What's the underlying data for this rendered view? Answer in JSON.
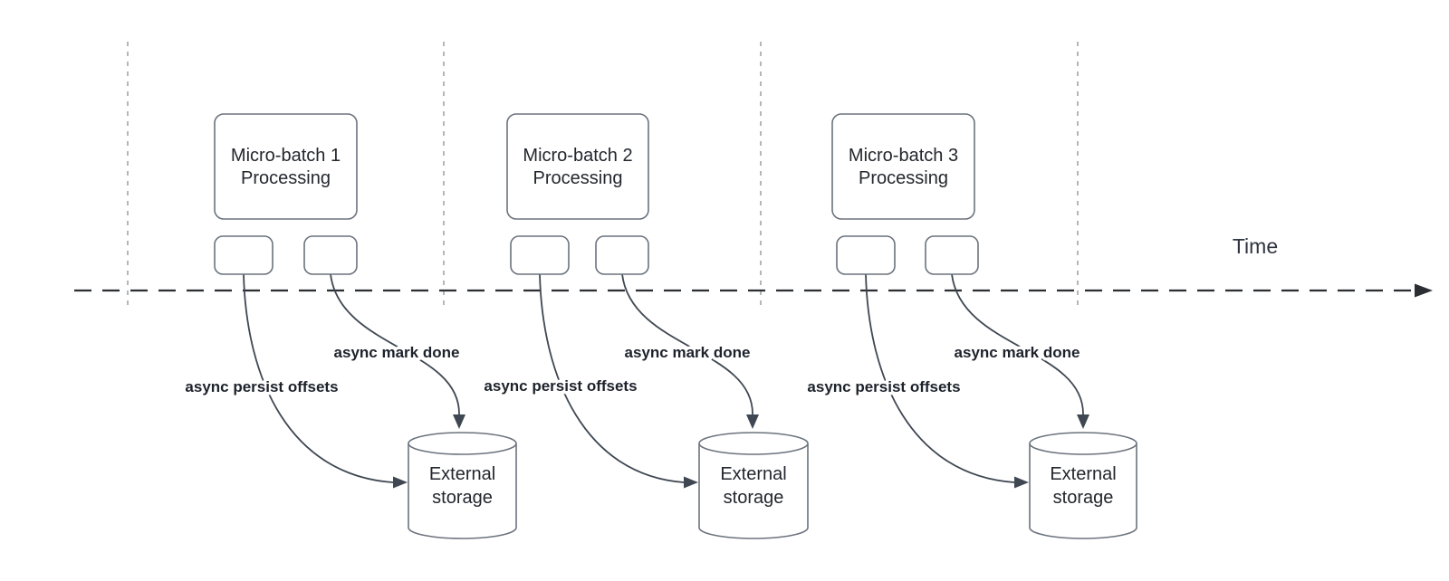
{
  "diagram": {
    "time_label": "Time",
    "groups": [
      {
        "batch_line1": "Micro-batch 1",
        "batch_line2": "Processing",
        "persist_label": "async persist offsets",
        "mark_done_label": "async mark done",
        "storage_line1": "External",
        "storage_line2": "storage"
      },
      {
        "batch_line1": "Micro-batch 2",
        "batch_line2": "Processing",
        "persist_label": "async persist offsets",
        "mark_done_label": "async mark done",
        "storage_line1": "External",
        "storage_line2": "storage"
      },
      {
        "batch_line1": "Micro-batch 3",
        "batch_line2": "Processing",
        "persist_label": "async persist offsets",
        "mark_done_label": "async mark done",
        "storage_line1": "External",
        "storage_line2": "storage"
      }
    ],
    "colors": {
      "shape_border": "#6b737d",
      "connector": "#3f4752",
      "text": "#23272e",
      "edge_label_text": "#1d222b",
      "gridline": "#b3b6ba",
      "time_axis": "#2b2e32",
      "background": "#ffffff"
    }
  }
}
